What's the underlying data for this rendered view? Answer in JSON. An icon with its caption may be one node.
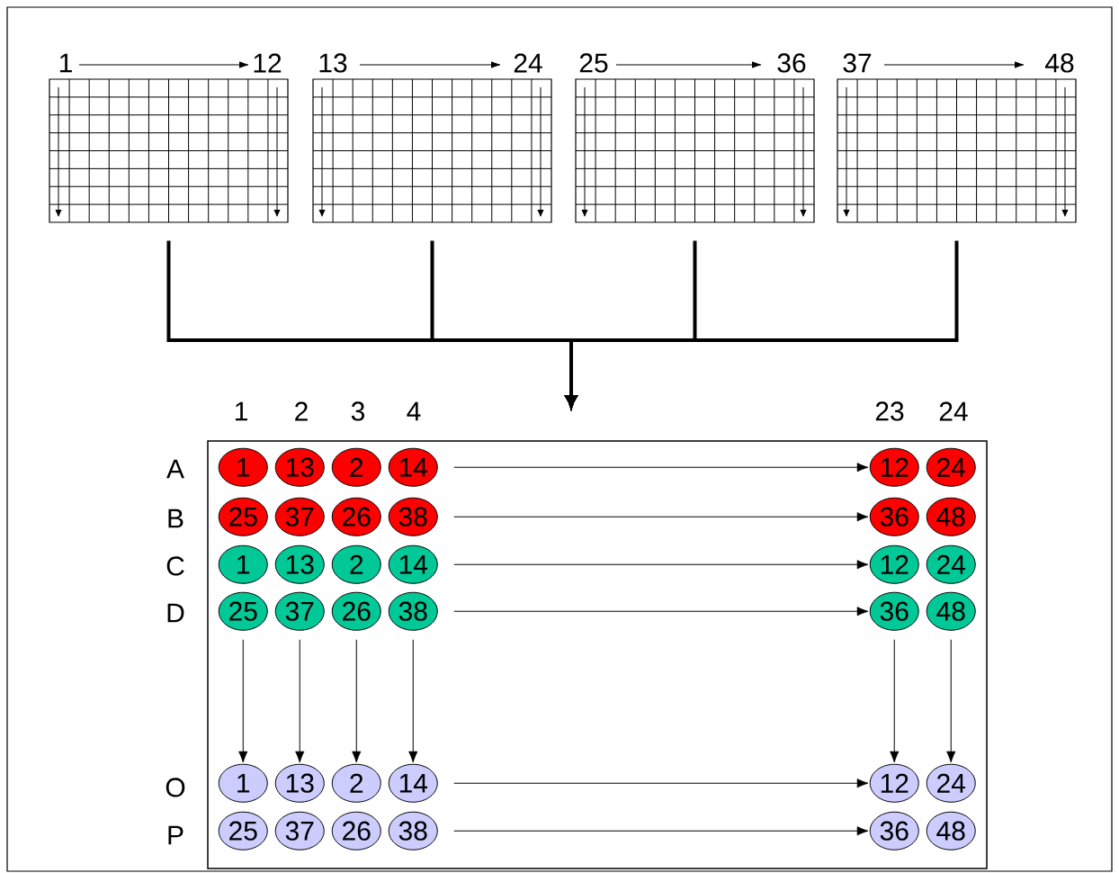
{
  "diagram": {
    "nodes": [
      {
        "text": [],
        "shape": "box"
      },
      {
        "text": [],
        "shape": "box"
      },
      {
        "text": [],
        "shape": "box"
      },
      {
        "text": [],
        "shape": "box"
      },
      {
        "text": [],
        "shape": "box"
      },
      {
        "text": [
          "1"
        ],
        "in": 4
      },
      {
        "text": [
          "13"
        ],
        "in": 4
      },
      {
        "text": [
          "2"
        ],
        "in": 4
      },
      {
        "text": [
          "14"
        ],
        "in": 4
      },
      {
        "text": [
          "12"
        ],
        "in": 4
      },
      {
        "text": [
          "24"
        ],
        "in": 4
      },
      {
        "text": [
          "25"
        ],
        "in": 4
      },
      {
        "text": [
          "37"
        ],
        "in": 4
      },
      {
        "text": [
          "26"
        ],
        "in": 4
      },
      {
        "text": [
          "38"
        ],
        "in": 4
      },
      {
        "text": [
          "36"
        ],
        "in": 4
      },
      {
        "text": [
          "48"
        ],
        "in": 4
      },
      {
        "text": [
          "1"
        ],
        "in": 4
      },
      {
        "text": [
          "13"
        ],
        "in": 4
      },
      {
        "text": [
          "2"
        ],
        "in": 4
      },
      {
        "text": [
          "14"
        ],
        "in": 4
      },
      {
        "text": [
          "12"
        ],
        "in": 4
      },
      {
        "text": [
          "24"
        ],
        "in": 4
      },
      {
        "text": [
          "25"
        ],
        "in": 4
      },
      {
        "text": [
          "37"
        ],
        "in": 4
      },
      {
        "text": [
          "26"
        ],
        "in": 4
      },
      {
        "text": [
          "38"
        ],
        "in": 4
      },
      {
        "text": [
          "36"
        ],
        "in": 4
      },
      {
        "text": [
          "48"
        ],
        "in": 4
      },
      {
        "text": [
          "1"
        ],
        "in": 4
      },
      {
        "text": [
          "13"
        ],
        "in": 4
      },
      {
        "text": [
          "2"
        ],
        "in": 4
      },
      {
        "text": [
          "14"
        ],
        "in": 4
      },
      {
        "text": [
          "12"
        ],
        "in": 4
      },
      {
        "text": [
          "24"
        ],
        "in": 4
      },
      {
        "text": [
          "25"
        ],
        "in": 4
      },
      {
        "text": [
          "37"
        ],
        "in": 4
      },
      {
        "text": [
          "26"
        ],
        "in": 4
      },
      {
        "text": [
          "38"
        ],
        "in": 4
      },
      {
        "text": [
          "36"
        ],
        "in": 4
      },
      {
        "text": [
          "48"
        ],
        "in": 4
      }
    ],
    "edges": [
      {
        "from": 0,
        "to": 4,
        "arrow": "to",
        "style": "thick"
      },
      {
        "from": 1,
        "to": 4,
        "arrow": "to",
        "style": "thick"
      },
      {
        "from": 2,
        "to": 4,
        "arrow": "to",
        "style": "thick"
      },
      {
        "from": 3,
        "to": 4,
        "arrow": "to",
        "style": "thick"
      },
      {
        "from": 8,
        "to": 9,
        "arrow": "to"
      },
      {
        "from": 14,
        "to": 15,
        "arrow": "to"
      },
      {
        "from": 20,
        "to": 21,
        "arrow": "to"
      },
      {
        "from": 26,
        "to": 27,
        "arrow": "to"
      },
      {
        "from": 32,
        "to": 33,
        "arrow": "to"
      },
      {
        "from": 38,
        "to": 39,
        "arrow": "to"
      },
      {
        "from": 23,
        "to": 29,
        "arrow": "to"
      },
      {
        "from": 24,
        "to": 30,
        "arrow": "to"
      },
      {
        "from": 25,
        "to": 31,
        "arrow": "to"
      },
      {
        "from": 26,
        "to": 32,
        "arrow": "to"
      },
      {
        "from": 27,
        "to": 33,
        "arrow": "to"
      },
      {
        "from": 28,
        "to": 34,
        "arrow": "to"
      }
    ],
    "labels": [
      "1",
      "12",
      "13",
      "24",
      "25",
      "36",
      "37",
      "48",
      "1",
      "2",
      "3",
      "4",
      "23",
      "24",
      "A",
      "B",
      "C",
      "D",
      "O",
      "P"
    ]
  }
}
